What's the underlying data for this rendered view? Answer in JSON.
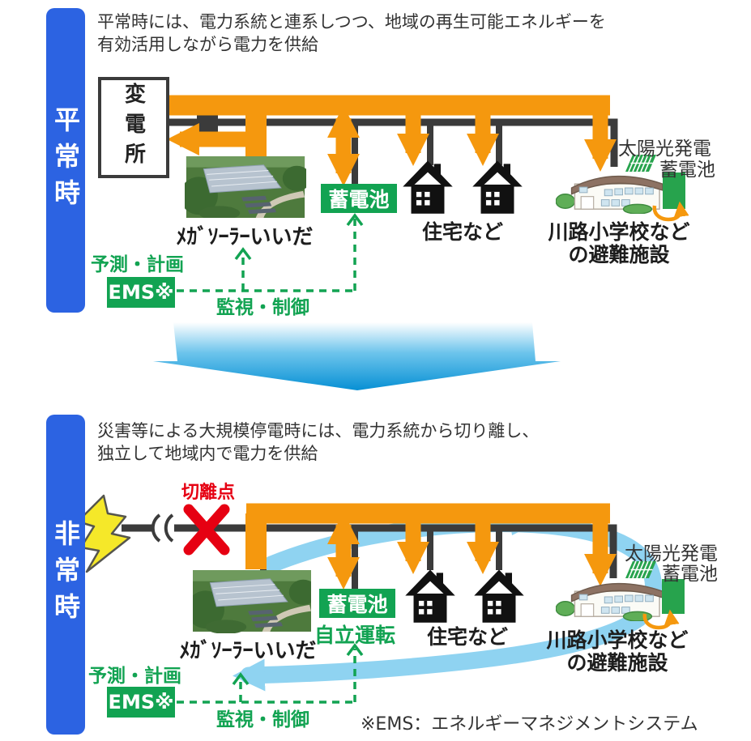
{
  "panel_normal": {
    "side_label": "平常時",
    "title_line1": "平常時には、電力系統と連系しつつ、地域の再生可能エネルギーを",
    "title_line2": "有効活用しながら電力を供給",
    "substation": "変電所",
    "mega_solar_label": "ﾒｶﾞｿｰﾗｰいいだ",
    "battery_box": "蓄電池",
    "houses_label": "住宅など",
    "school_label_line1": "川路小学校など",
    "school_label_line2": "の避難施設",
    "solar_pv_label": "太陽光発電",
    "school_battery_label": "蓄電池",
    "forecast_label": "予測・計画",
    "ems_label": "EMS※",
    "monitor_label": "監視・制御"
  },
  "panel_emergency": {
    "side_label": "非常時",
    "title_line1": "災害等による大規模停電時には、電力系統から切り離し、",
    "title_line2": "独立して地域内で電力を供給",
    "disconnection_label": "切離点",
    "mega_solar_label": "ﾒｶﾞｿｰﾗｰいいだ",
    "battery_box": "蓄電池",
    "self_operation_label": "自立運転",
    "houses_label": "住宅など",
    "school_label_line1": "川路小学校など",
    "school_label_line2": "の避難施設",
    "solar_pv_label": "太陽光発電",
    "school_battery_label": "蓄電池",
    "forecast_label": "予測・計画",
    "ems_label": "EMS※",
    "monitor_label": "監視・制御"
  },
  "footnote": "※EMS：エネルギーマネジメントシステム",
  "colors": {
    "accent_blue": "#2C63E2",
    "flow_orange": "#F5980E",
    "green": "#12A352",
    "microgrid_light_blue": "#8FD3F1",
    "alert_red": "#E60012",
    "bus_dark": "#3B3B3B"
  }
}
